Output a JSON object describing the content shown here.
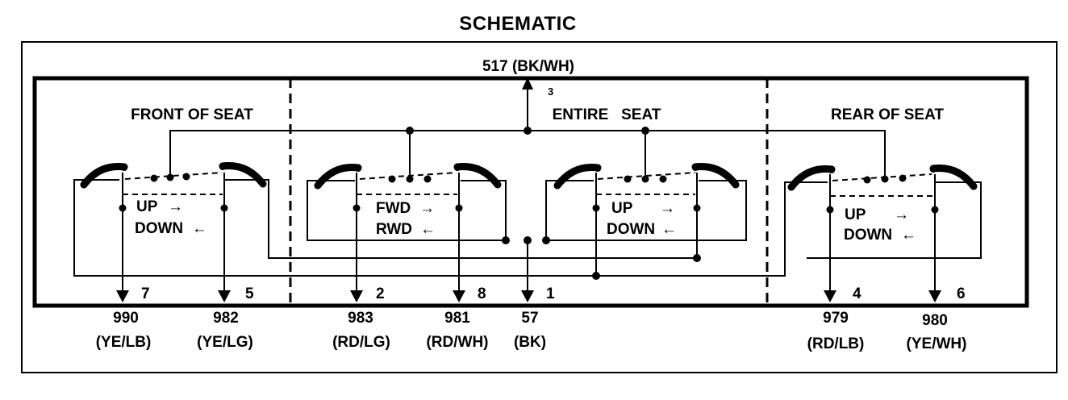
{
  "title": "SCHEMATIC",
  "supply": {
    "wire": "517 (BK/WH)",
    "pin": "3"
  },
  "sections": {
    "front": "FRONT OF SEAT",
    "entire": "ENTIRE   SEAT",
    "rear": "REAR OF SEAT"
  },
  "switches": {
    "front": {
      "line1": "UP",
      "line2": "DOWN"
    },
    "fwd_rwd": {
      "line1": "FWD",
      "line2": "RWD"
    },
    "entire": {
      "line1": "UP",
      "line2": "DOWN"
    },
    "rear": {
      "line1": "UP",
      "line2": "DOWN"
    }
  },
  "outputs": [
    {
      "pin": "7",
      "wire": "990",
      "color": "(YE/LB)"
    },
    {
      "pin": "5",
      "wire": "982",
      "color": "(YE/LG)"
    },
    {
      "pin": "2",
      "wire": "983",
      "color": "(RD/LG)"
    },
    {
      "pin": "8",
      "wire": "981",
      "color": "(RD/WH)"
    },
    {
      "pin": "1",
      "wire": "57",
      "color": "(BK)"
    },
    {
      "pin": "4",
      "wire": "979",
      "color": "(RD/LB)"
    },
    {
      "pin": "6",
      "wire": "980",
      "color": "(YE/WH)"
    }
  ]
}
